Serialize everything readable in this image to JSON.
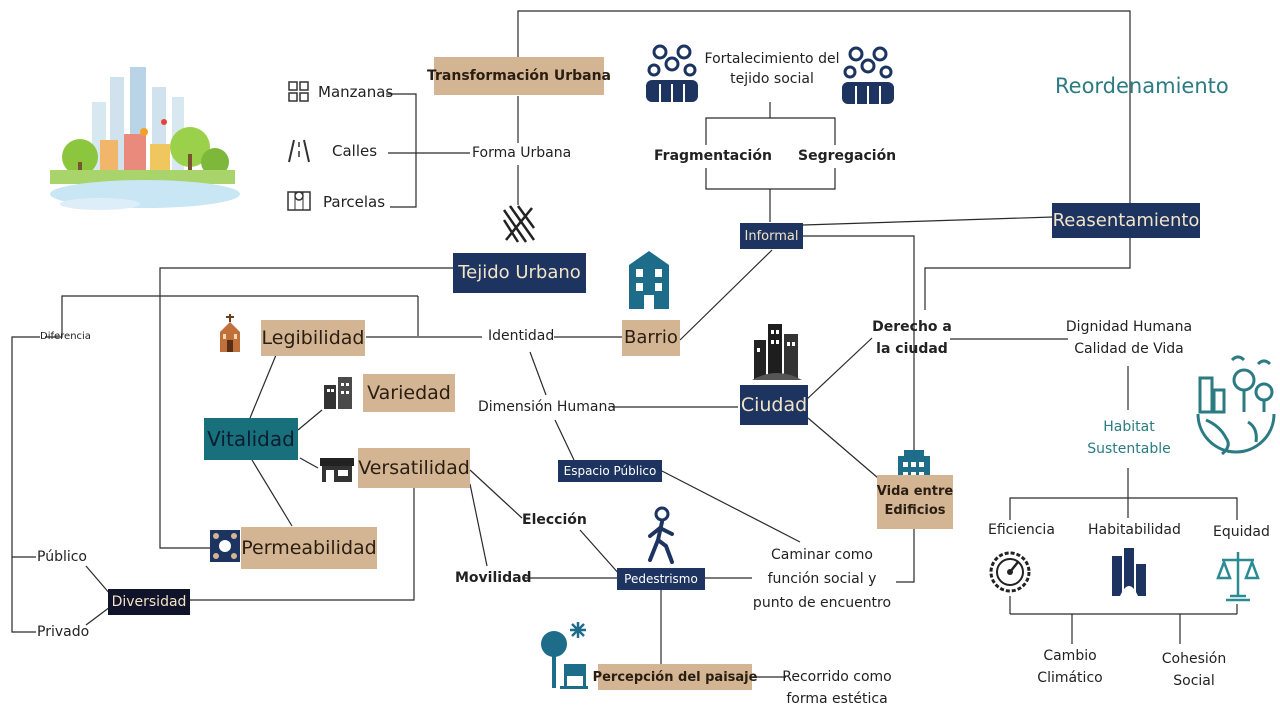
{
  "nodes": {
    "transformacion": "Transformación Urbana",
    "manzanas": "Manzanas",
    "calles": "Calles",
    "parcelas": "Parcelas",
    "forma_urbana": "Forma Urbana",
    "tejido_urbano": "Tejido Urbano",
    "fortalecimiento": [
      "Fortalecimiento del",
      "tejido social"
    ],
    "fragmentacion": "Fragmentación",
    "segregacion": "Segregación",
    "informal": "Informal",
    "reordenamiento": "Reordenamiento",
    "reasentamiento": "Reasentamiento",
    "derecho": [
      "Derecho a",
      "la ciudad"
    ],
    "dignidad": [
      "Dignidad Humana",
      "Calidad de Vida"
    ],
    "habitat": [
      "Habitat",
      "Sustentable"
    ],
    "eficiencia": "Eficiencia",
    "habitabilidad": "Habitabilidad",
    "equidad": "Equidad",
    "cambio": [
      "Cambio",
      "Climático"
    ],
    "cohesion": [
      "Cohesión",
      "Social"
    ],
    "diferencia": "Diferencia",
    "publico": "Público",
    "privado": "Privado",
    "diversidad": "Diversidad",
    "legibilidad": "Legibilidad",
    "variedad": "Variedad",
    "vitalidad": "Vitalidad",
    "versatilidad": "Versatilidad",
    "permeabilidad": "Permeabilidad",
    "identidad": "Identidad",
    "barrio": "Barrio",
    "dimension_humana": "Dimensión Humana",
    "ciudad": "Ciudad",
    "espacio_publico": "Espacio Público",
    "vida_entre": [
      "Vida entre",
      "Edificios"
    ],
    "eleccion": "Elección",
    "movilidad": "Movilidad",
    "pedestrismo": "Pedestrismo",
    "caminar": [
      "Caminar como",
      "función social y",
      "punto de encuentro"
    ],
    "percepcion": "Percepción del paisaje",
    "recorrido": [
      "Recorrido como",
      "forma estética"
    ]
  },
  "colors": {
    "tan": "#d3b593",
    "navy": "#1d3461",
    "teal": "#17707c",
    "dark": "#10142a",
    "reordenamiento": "#2b7b83"
  },
  "icons": [
    "city-landscape-illustration",
    "blocks-icon",
    "road-icon",
    "map-icon",
    "urban-fabric-icon",
    "community-icon",
    "building-icon",
    "city-icon",
    "office-building-icon",
    "church-icon",
    "houses-icon",
    "store-icon",
    "plaza-icon",
    "pedestrian-icon",
    "park-icon",
    "eco-globe-icon",
    "gauge-icon",
    "habitability-icon",
    "scale-icon"
  ]
}
